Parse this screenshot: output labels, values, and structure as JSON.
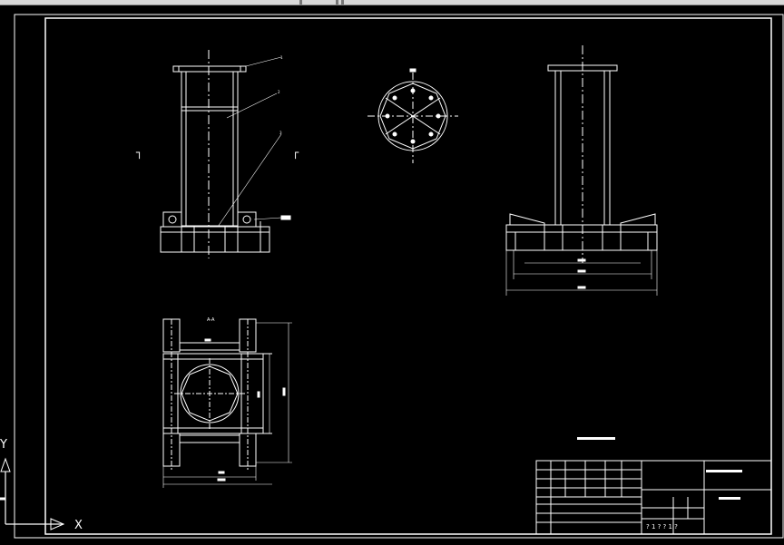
{
  "app": {
    "toolbar_strip": "",
    "background_color": "#000000",
    "line_color": "#ffffff",
    "toolbar_color": "#d8d8d8"
  },
  "drawing": {
    "section_label": "A-A",
    "section_marker_left": "┐",
    "section_marker_right": "┌",
    "ucs": {
      "x_label": "X",
      "y_label": "Y"
    },
    "title_note": "",
    "title_block": {
      "drawing_name": "",
      "company": "",
      "scale_row": "? 1 ? ? 1 ?"
    }
  }
}
